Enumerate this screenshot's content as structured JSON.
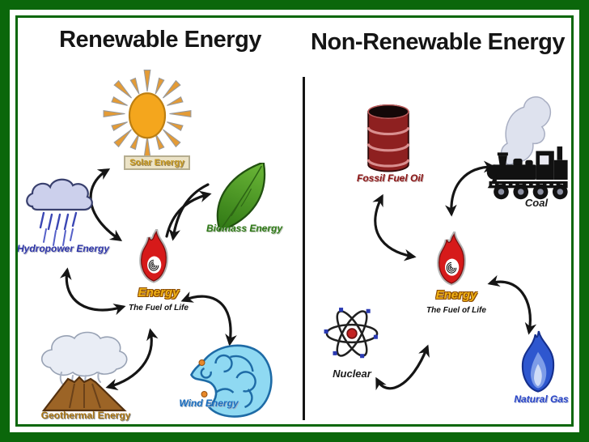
{
  "frame": {
    "border_color": "#0b670b",
    "background": "#ffffff",
    "divider_color": "#141414"
  },
  "left_panel": {
    "title": "Renewable Energy",
    "center": {
      "label": "Energy",
      "sublabel": "The Fuel of Life"
    },
    "nodes": {
      "solar": {
        "label": "Solar Energy",
        "color": "#c89b23"
      },
      "hydropower": {
        "label": "Hydropower Energy",
        "color": "#2d35a8"
      },
      "biomass": {
        "label": "Biomass Energy",
        "color": "#2f7a17"
      },
      "geothermal": {
        "label": "Geothermal Energy",
        "color": "#a87414"
      },
      "wind": {
        "label": "Wind Energy",
        "color": "#1d6fc0"
      }
    }
  },
  "right_panel": {
    "title": "Non-Renewable Energy",
    "center": {
      "label": "Energy",
      "sublabel": "The Fuel of Life"
    },
    "nodes": {
      "fossil_fuel_oil": {
        "label": "Fossil Fuel Oil",
        "color": "#8b1616"
      },
      "coal": {
        "label": "Coal",
        "color": "#1b1b1b"
      },
      "nuclear": {
        "label": "Nuclear",
        "color": "#1b1b1b"
      },
      "natural_gas": {
        "label": "Natural Gas",
        "color": "#2a46c8"
      }
    }
  }
}
